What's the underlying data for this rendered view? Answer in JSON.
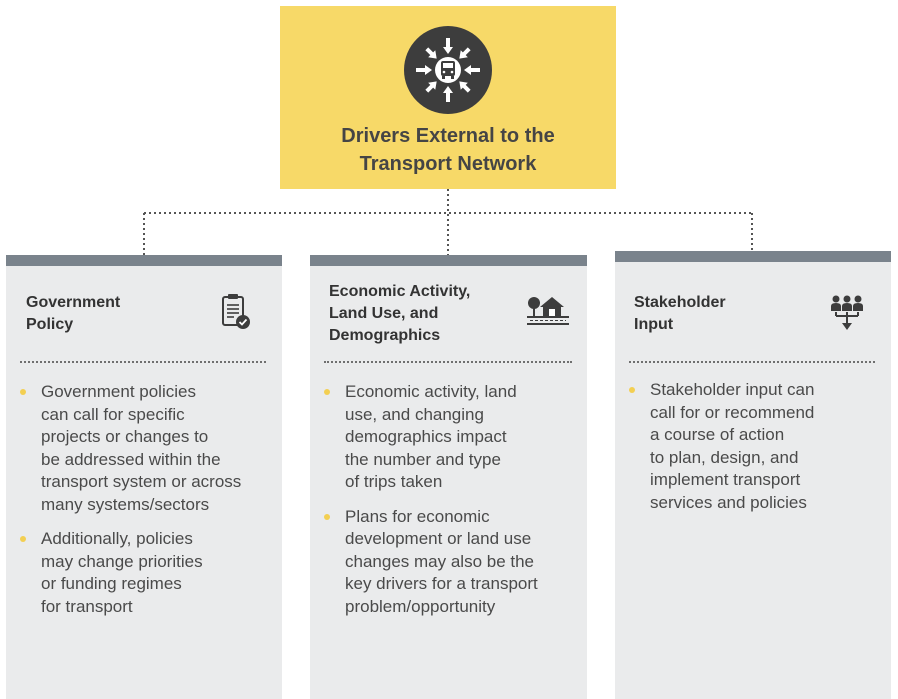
{
  "header": {
    "title": "Drivers External to the\nTransport Network",
    "icon": "bus-hub-icon"
  },
  "cards": [
    {
      "title": "Government\nPolicy",
      "icon": "clipboard-check-icon",
      "bullets": [
        "Government policies\ncan call for specific\nprojects or changes to\nbe addressed within the\ntransport system or across\nmany systems/sectors",
        "Additionally, policies\nmay change priorities\nor funding regimes\nfor transport"
      ]
    },
    {
      "title": "Economic Activity,\nLand Use, and\nDemographics",
      "icon": "land-use-icon",
      "bullets": [
        "Economic activity, land\nuse, and changing\ndemographics impact\nthe number and type\nof trips taken",
        "Plans for economic\ndevelopment or land use\nchanges may also be the\nkey drivers for a transport\nproblem/opportunity"
      ]
    },
    {
      "title": "Stakeholder\nInput",
      "icon": "stakeholder-group-icon",
      "bullets": [
        "Stakeholder input can\ncall for or recommend\na course of action\nto plan, design, and\nimplement transport\nservices and policies"
      ]
    }
  ],
  "colors": {
    "header_bg": "#f7d968",
    "card_bg": "#eaebec",
    "card_bar": "#7a838c",
    "bullet": "#f3cf52",
    "dark_icon": "#3d3d3d"
  }
}
